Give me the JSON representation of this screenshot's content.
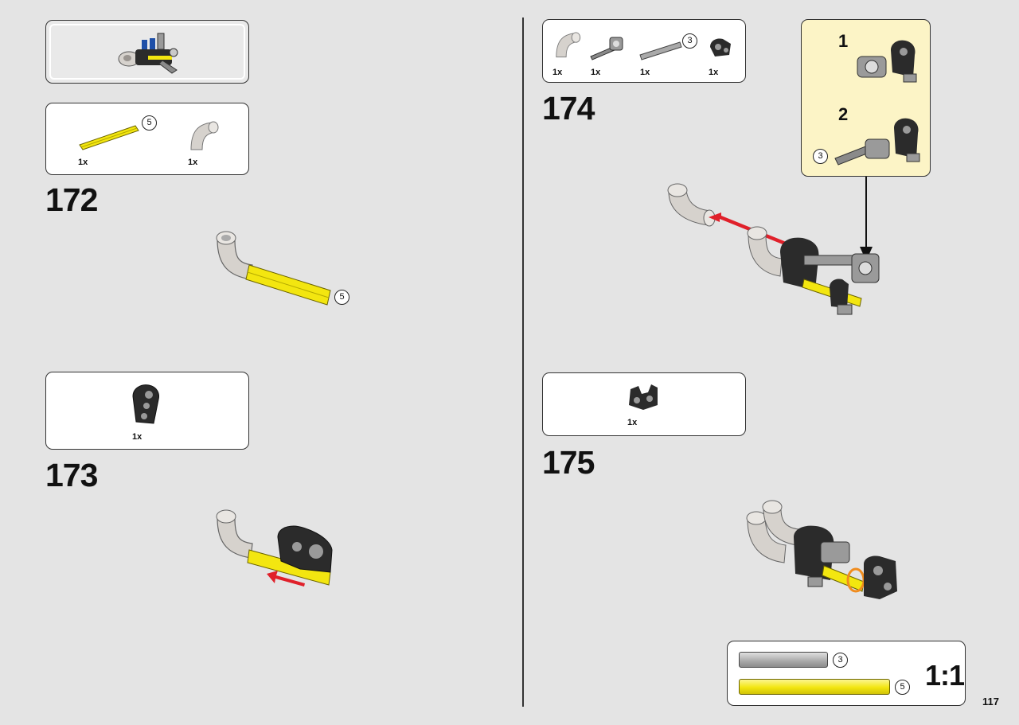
{
  "page": {
    "number": "117"
  },
  "steps": {
    "s172": {
      "number": "172",
      "parts": [
        {
          "qty": "1x",
          "length": "5"
        },
        {
          "qty": "1x"
        }
      ],
      "assembly_length": "5"
    },
    "s173": {
      "number": "173",
      "parts": [
        {
          "qty": "1x"
        }
      ]
    },
    "s174": {
      "number": "174",
      "parts": [
        {
          "qty": "1x"
        },
        {
          "qty": "1x"
        },
        {
          "qty": "1x",
          "length": "3"
        },
        {
          "qty": "1x"
        }
      ],
      "substeps": [
        {
          "label": "1"
        },
        {
          "label": "2",
          "length": "3"
        }
      ]
    },
    "s175": {
      "number": "175",
      "parts": [
        {
          "qty": "1x"
        }
      ]
    }
  },
  "scale_box": {
    "label": "1:1",
    "rulers": [
      {
        "length": "3",
        "color": "#a9a9a9"
      },
      {
        "length": "5",
        "color": "#f3e610"
      }
    ]
  },
  "colors": {
    "background": "#e4e4e4",
    "connector_gray": "#d6d2cd",
    "axle_yellow": "#f3e610",
    "beam_black": "#2b2b2b",
    "arrow_red": "#e0202a",
    "highlight_orange": "#f08c1e",
    "subassembly_bg": "#fcf4c6"
  },
  "icons": [
    "previous-model-thumbnail",
    "axle-icon",
    "bent-connector-icon",
    "thick-liftarm-icon",
    "cross-block-icon",
    "push-arrow-icon",
    "placement-arrow-icon"
  ]
}
